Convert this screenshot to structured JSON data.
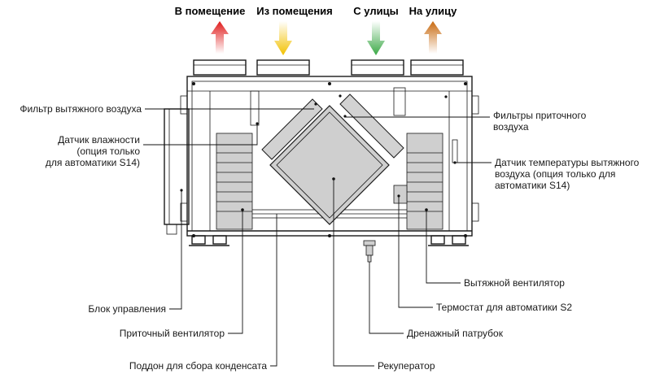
{
  "flows": [
    {
      "text": "В помещение",
      "color": "#e01b1b"
    },
    {
      "text": "Из помещения",
      "color": "#f2c100"
    },
    {
      "text": "С улицы",
      "color": "#3aa845"
    },
    {
      "text": "На улицу",
      "color": "#c86a10"
    }
  ],
  "labels": {
    "exhaust_filter": "Фильтр вытяжного воздуха",
    "humidity_line1": "Датчик влажности",
    "humidity_line2": "(опция только",
    "humidity_line3": "для автоматики S14)",
    "control_unit": "Блок управления",
    "supply_fan": "Приточный вентилятор",
    "condensate_tray": "Поддон для сбора конденсата",
    "supply_filters_line1": "Фильтры приточного",
    "supply_filters_line2": "воздуха",
    "temp_sensor_line1": "Датчик температуры вытяжного",
    "temp_sensor_line2": "воздуха (опция только для",
    "temp_sensor_line3": "автоматики S14)",
    "exhaust_fan": "Вытяжной вентилятор",
    "thermostat": "Термостат для автоматики S2",
    "drain_pipe": "Дренажный патрубок",
    "recuperator": "Рекуператор"
  }
}
